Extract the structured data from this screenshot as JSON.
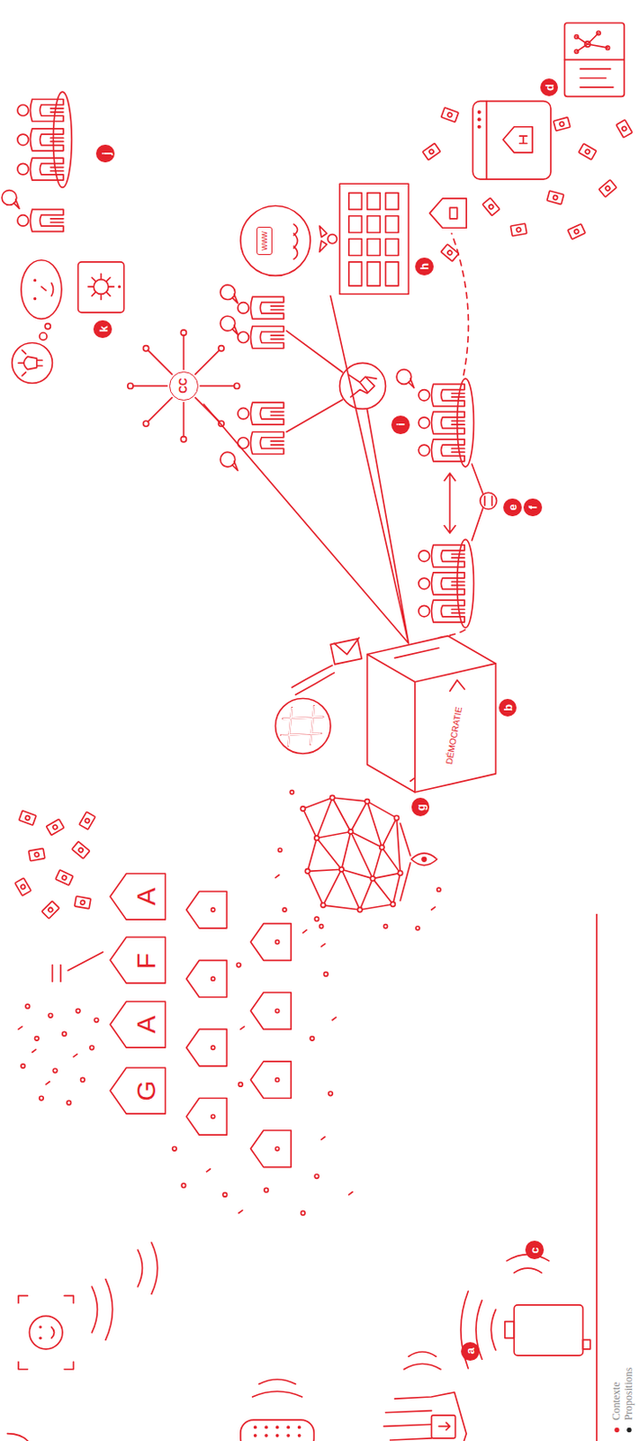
{
  "diagram": {
    "nodes": [
      {
        "text": [
          "a"
        ]
      },
      {
        "text": [
          "b"
        ]
      },
      {
        "text": [
          "c"
        ]
      },
      {
        "text": [
          "d"
        ]
      },
      {
        "text": [
          "e"
        ]
      },
      {
        "text": [
          "f"
        ]
      },
      {
        "text": [
          "g"
        ]
      },
      {
        "text": [
          "h"
        ]
      },
      {
        "text": [
          "i"
        ]
      },
      {
        "text": [
          "j"
        ]
      },
      {
        "text": [
          "k"
        ]
      },
      {
        "text": [
          "G"
        ]
      },
      {
        "text": [
          "A"
        ]
      },
      {
        "text": [
          "F"
        ]
      },
      {
        "text": [
          "A"
        ]
      },
      {
        "text": [
          "CC"
        ]
      },
      {
        "text": [
          "www"
        ]
      }
    ],
    "labels": [
      "DÉMOCRATIE",
      "Contexte",
      "Propositions"
    ]
  }
}
